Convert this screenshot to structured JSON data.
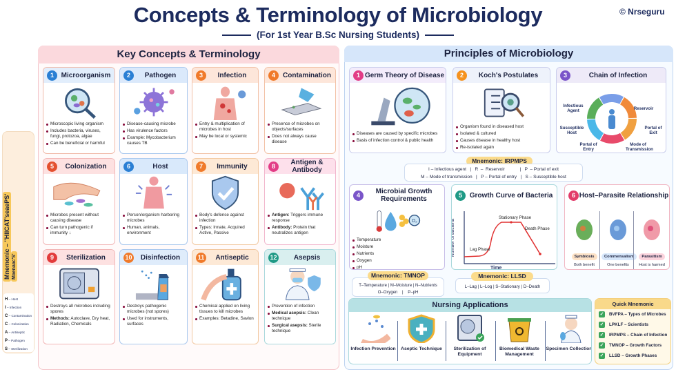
{
  "header": {
    "title": "Concepts & Terminology of Microbiology",
    "subtitle": "(For 1st Year B.Sc Nursing Students)",
    "copyright": "© Nrseguru"
  },
  "side_mnemonic": {
    "title": "Mnemonic – \"HIICAT'seaePS'",
    "title2": "Maenaac'S'",
    "items": [
      {
        "letter": "H",
        "text": "– Host"
      },
      {
        "letter": "I",
        "text": "– Infection"
      },
      {
        "letter": "C",
        "text": "– Contamination"
      },
      {
        "letter": "C",
        "text": "– Colonization"
      },
      {
        "letter": "A",
        "text": "– Antiseptic"
      },
      {
        "letter": "P",
        "text": "– Pathogen"
      },
      {
        "letter": "S",
        "text": "– Sterilization"
      }
    ]
  },
  "key_concepts": {
    "title": "Key Concepts & Terminology",
    "cards": [
      {
        "num": "1",
        "title": "Microorganism",
        "icon": "microbe-magnifier",
        "color": "#2a7fd4",
        "bg": "#e2eefc",
        "border": "#f0b9a8",
        "bullets": [
          {
            "t": "Microscopic living organism"
          },
          {
            "t": "Includes bacteria, viruses, fungi, protozoa, algae"
          },
          {
            "t": "Can be beneficial or harmful"
          }
        ]
      },
      {
        "num": "2",
        "title": "Pathogen",
        "icon": "virus",
        "color": "#2a7fd4",
        "bg": "#dbe9fb",
        "border": "#a9c8ee",
        "bullets": [
          {
            "t": "Disease-causing microbe"
          },
          {
            "t": "Has virulence factors"
          },
          {
            "t": "Example: Mycobacterium causes TB"
          }
        ]
      },
      {
        "num": "3",
        "title": "Infection",
        "icon": "infected-body",
        "color": "#f07a2a",
        "bg": "#fde6da",
        "border": "#f2c1a6",
        "bullets": [
          {
            "t": "Entry & multiplication of microbes in host"
          },
          {
            "t": "May be local or systemic"
          }
        ]
      },
      {
        "num": "4",
        "title": "Contamination",
        "icon": "contaminated-surface",
        "color": "#f07a2a",
        "bg": "#fde6da",
        "border": "#f2c1a6",
        "bullets": [
          {
            "t": "Presence of microbes on objects/surfaces"
          },
          {
            "t": "Does not always cause disease"
          }
        ]
      },
      {
        "num": "5",
        "title": "Colonization",
        "icon": "hand-bacteria",
        "color": "#e4502f",
        "bg": "#fde1e1",
        "border": "#f2b6b6",
        "bullets": [
          {
            "t": "Microbes present without causing disease"
          },
          {
            "t": "Can turn pathogenic if immunity ↓"
          }
        ]
      },
      {
        "num": "6",
        "title": "Host",
        "icon": "human-host",
        "color": "#2a7fd4",
        "bg": "#d9e9fb",
        "border": "#a9c8ee",
        "bullets": [
          {
            "t": "Person/organism harboring microbes"
          },
          {
            "t": "Human, animals, environment"
          }
        ]
      },
      {
        "num": "7",
        "title": "Immunity",
        "icon": "shield-check",
        "color": "#f07a2a",
        "bg": "#fde9d6",
        "border": "#f2c8a0",
        "bullets": [
          {
            "t": "Body's defense against infection"
          },
          {
            "t": "Types: Innate, Acquired Active, Passive"
          }
        ]
      },
      {
        "num": "8",
        "title": "Antigen & Antibody",
        "icon": "antibody",
        "color": "#e23c86",
        "bg": "#fde0eb",
        "border": "#f1b6cd",
        "bullets": [
          {
            "b": "Antigen:",
            "t": " Triggers immune response"
          },
          {
            "b": "Antibody:",
            "t": " Protein that neutralizes antigen"
          }
        ]
      },
      {
        "num": "9",
        "title": "Sterilization",
        "icon": "autoclave",
        "color": "#e23c3c",
        "bg": "#fde1e1",
        "border": "#f2b6b6",
        "bullets": [
          {
            "t": "Destroys all microbes including spores"
          },
          {
            "b": "Methods:",
            "t": " Autoclave, Dry heat, Radiation, Chemicals"
          }
        ]
      },
      {
        "num": "10",
        "title": "Disinfection",
        "icon": "spray-bottle",
        "color": "#f07a2a",
        "bg": "#dfecfb",
        "border": "#a9c8ee",
        "bullets": [
          {
            "t": "Destroys pathogenic microbes (not spores)"
          },
          {
            "t": "Used for instruments, surfaces"
          }
        ]
      },
      {
        "num": "11",
        "title": "Antiseptic",
        "icon": "sanitizer",
        "color": "#f07a2a",
        "bg": "#fde9d6",
        "border": "#f2c8a0",
        "bullets": [
          {
            "t": "Chemical applied on living tissues to kill microbes"
          },
          {
            "t": "Examples: Betadine, Savlon"
          }
        ]
      },
      {
        "num": "12",
        "title": "Asepsis",
        "icon": "nurse-mask",
        "color": "#1f9a86",
        "bg": "#d9efef",
        "border": "#a9d8dc",
        "bullets": [
          {
            "t": "Prevention of infection"
          },
          {
            "b": "Medical asepsis:",
            "t": " Clean technique"
          },
          {
            "b": "Surgical asepsis:",
            "t": " Sterile technique"
          }
        ]
      }
    ]
  },
  "principles": {
    "title": "Principles of Microbiology",
    "row1": [
      {
        "num": "1",
        "title": "Germ Theory of Disease",
        "icon": "microscope",
        "color": "#e23c86",
        "bg": "#f3ecfb",
        "border": "#c9cdec",
        "bullets": [
          {
            "t": "Diseases are caused by specific microbes"
          },
          {
            "t": "Basis of infection control & public health"
          }
        ]
      },
      {
        "num": "2",
        "title": "Koch's Postulates",
        "icon": "clipboard-magnifier",
        "color": "#f5921e",
        "bg": "#eef2fb",
        "border": "#c9cdec",
        "bullets": [
          {
            "t": "Organism found in diseased host"
          },
          {
            "t": "Isolated & cultured"
          },
          {
            "t": "Causes disease in healthy host"
          },
          {
            "t": "Re-isolated again"
          }
        ]
      },
      {
        "num": "3",
        "title": "Chain of Infection",
        "icon": "chain",
        "color": "#7a55c9",
        "bg": "#eeeaf8",
        "border": "#c9cdec",
        "bullets": [],
        "chain": [
          "Infectious Agent",
          "Reservoir",
          "Portal of Exit",
          "Mode of Transmission",
          "Portal of Entry",
          "Susceptible Host"
        ]
      }
    ],
    "irpmps": {
      "label": "Mnemonic:   IRPMPS",
      "line1": "I – Infectious agent   |   R  –  Reservoir            |   P  – Portal of exit",
      "line2": "M – Mode of transmission   |   P – Portal of entry   |   S – Susceptible host"
    },
    "row2": [
      {
        "num": "4",
        "title": "Microbial Growth Requirements",
        "icon": "growth-factors",
        "color": "#7a55c9",
        "bg": "#ece6f8",
        "border": "#c7bde8",
        "bullets": [
          {
            "t": "Temperature"
          },
          {
            "t": "Moisture"
          },
          {
            "t": "Nutrients"
          },
          {
            "t": "Oxygen"
          },
          {
            "t": "pH"
          }
        ]
      },
      {
        "num": "5",
        "title": "Growth Curve of Bacteria",
        "color": "#1f9a86",
        "bg": "#e2f3f3",
        "border": "#a9d8dc",
        "bullets": [],
        "chart": {
          "xlabel": "Time",
          "ylabel": "Number of bacteria",
          "phases": [
            "Lag Phase",
            "Stationary Phase",
            "Death Phase"
          ]
        }
      },
      {
        "num": "6",
        "title": "Host–Parasite Relationship",
        "icon": "relationship",
        "color": "#e23c6a",
        "bg": "#fde3e8",
        "border": "#f1b6c2",
        "bullets": [],
        "relations": [
          {
            "name": "Symbiosis",
            "desc": "Both benefit",
            "bg": "#fde2c6"
          },
          {
            "name": "Commensalism",
            "desc": "One benefits",
            "bg": "#d6e6fa"
          },
          {
            "name": "Parasitism",
            "desc": "Host is harmed",
            "bg": "#fbd3dc"
          }
        ]
      }
    ],
    "tmnop": {
      "label": "Mnemonic:  TMNOP",
      "line1": "T–Temperature | M–Moisture | N–Nutrients",
      "line2": "O–Oxygen    |    P–pH"
    },
    "llsd": {
      "label": "Mnemonic:  LLSD",
      "line1": "L–Lag  |  L–Log  |  S–Stationary  |  D–Death"
    },
    "nursing": {
      "title": "Nursing Applications",
      "items": [
        {
          "label": "Infection Prevention",
          "icon": "washing-hands"
        },
        {
          "label": "Aseptic Technique",
          "icon": "shield-cross"
        },
        {
          "label": "Sterilization of Equipment",
          "icon": "autoclave-check"
        },
        {
          "label": "Biomedical Waste Management",
          "icon": "biohazard-bin"
        },
        {
          "label": "Specimen Collection",
          "icon": "nurse-specimen"
        }
      ]
    },
    "quick": {
      "title": "Quick Mnemonic",
      "items": [
        "BVFPA – Types of Microbes",
        "LPKLF – Scientists",
        "IRPMPS – Chain of Infection",
        "TMNOP – Growth Factors",
        "LLSD  – Growth Phases"
      ]
    }
  }
}
